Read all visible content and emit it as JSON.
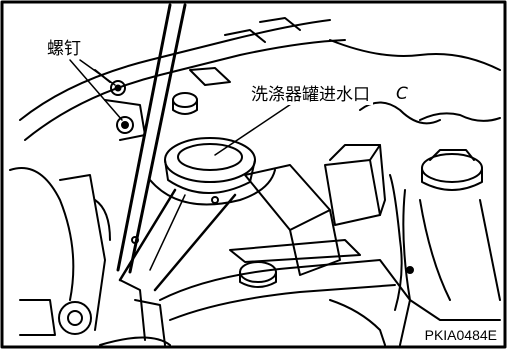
{
  "labels": {
    "screw": "螺钉",
    "washer_filler": "洗涤器罐进水口",
    "letter_c": "C",
    "figure_code": "PKIA0484E"
  }
}
